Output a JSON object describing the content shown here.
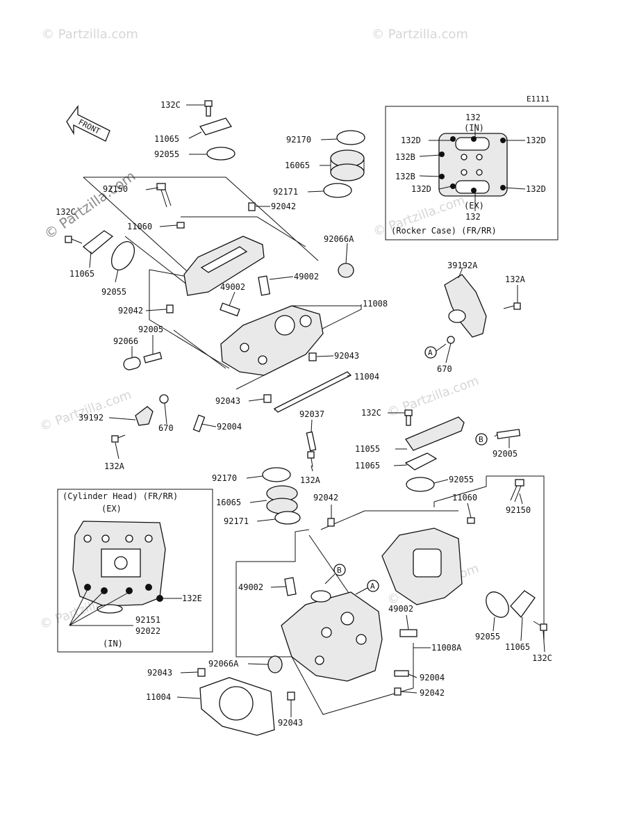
{
  "diagram_code": "E1111",
  "front_label": "FRONT",
  "watermark": "© Partzilla.com",
  "inset_rocker": {
    "title": "(Rocker Case) (FR/RR)",
    "in": "(IN)",
    "ex": "(EX)",
    "labels": [
      "132",
      "132D",
      "132D",
      "132B",
      "132B",
      "132D",
      "132D",
      "132"
    ]
  },
  "inset_cylinder": {
    "title": "(Cylinder Head) (FR/RR)",
    "ex": "(EX)",
    "in": "(IN)",
    "labels": [
      "132E",
      "92151",
      "92022"
    ]
  },
  "callouts": {
    "a": "A",
    "b": "B"
  },
  "upper_labels": [
    "132C",
    "11065",
    "92055",
    "92170",
    "16065",
    "92171",
    "92042",
    "92150",
    "132C",
    "11060",
    "11065",
    "92055",
    "92066A",
    "49002",
    "49002",
    "11008",
    "92042",
    "92005",
    "92066",
    "92043",
    "11004",
    "92043",
    "39192",
    "670",
    "92004",
    "132A",
    "39192A",
    "132A",
    "670"
  ],
  "lower_labels": [
    "92037",
    "132C",
    "11055",
    "11065",
    "92005",
    "132A",
    "92170",
    "16065",
    "92171",
    "92042",
    "92055",
    "11060",
    "92150",
    "49002",
    "49002",
    "11008A",
    "92055",
    "11065",
    "132C",
    "92066A",
    "92043",
    "11004",
    "92004",
    "92042",
    "92043"
  ]
}
